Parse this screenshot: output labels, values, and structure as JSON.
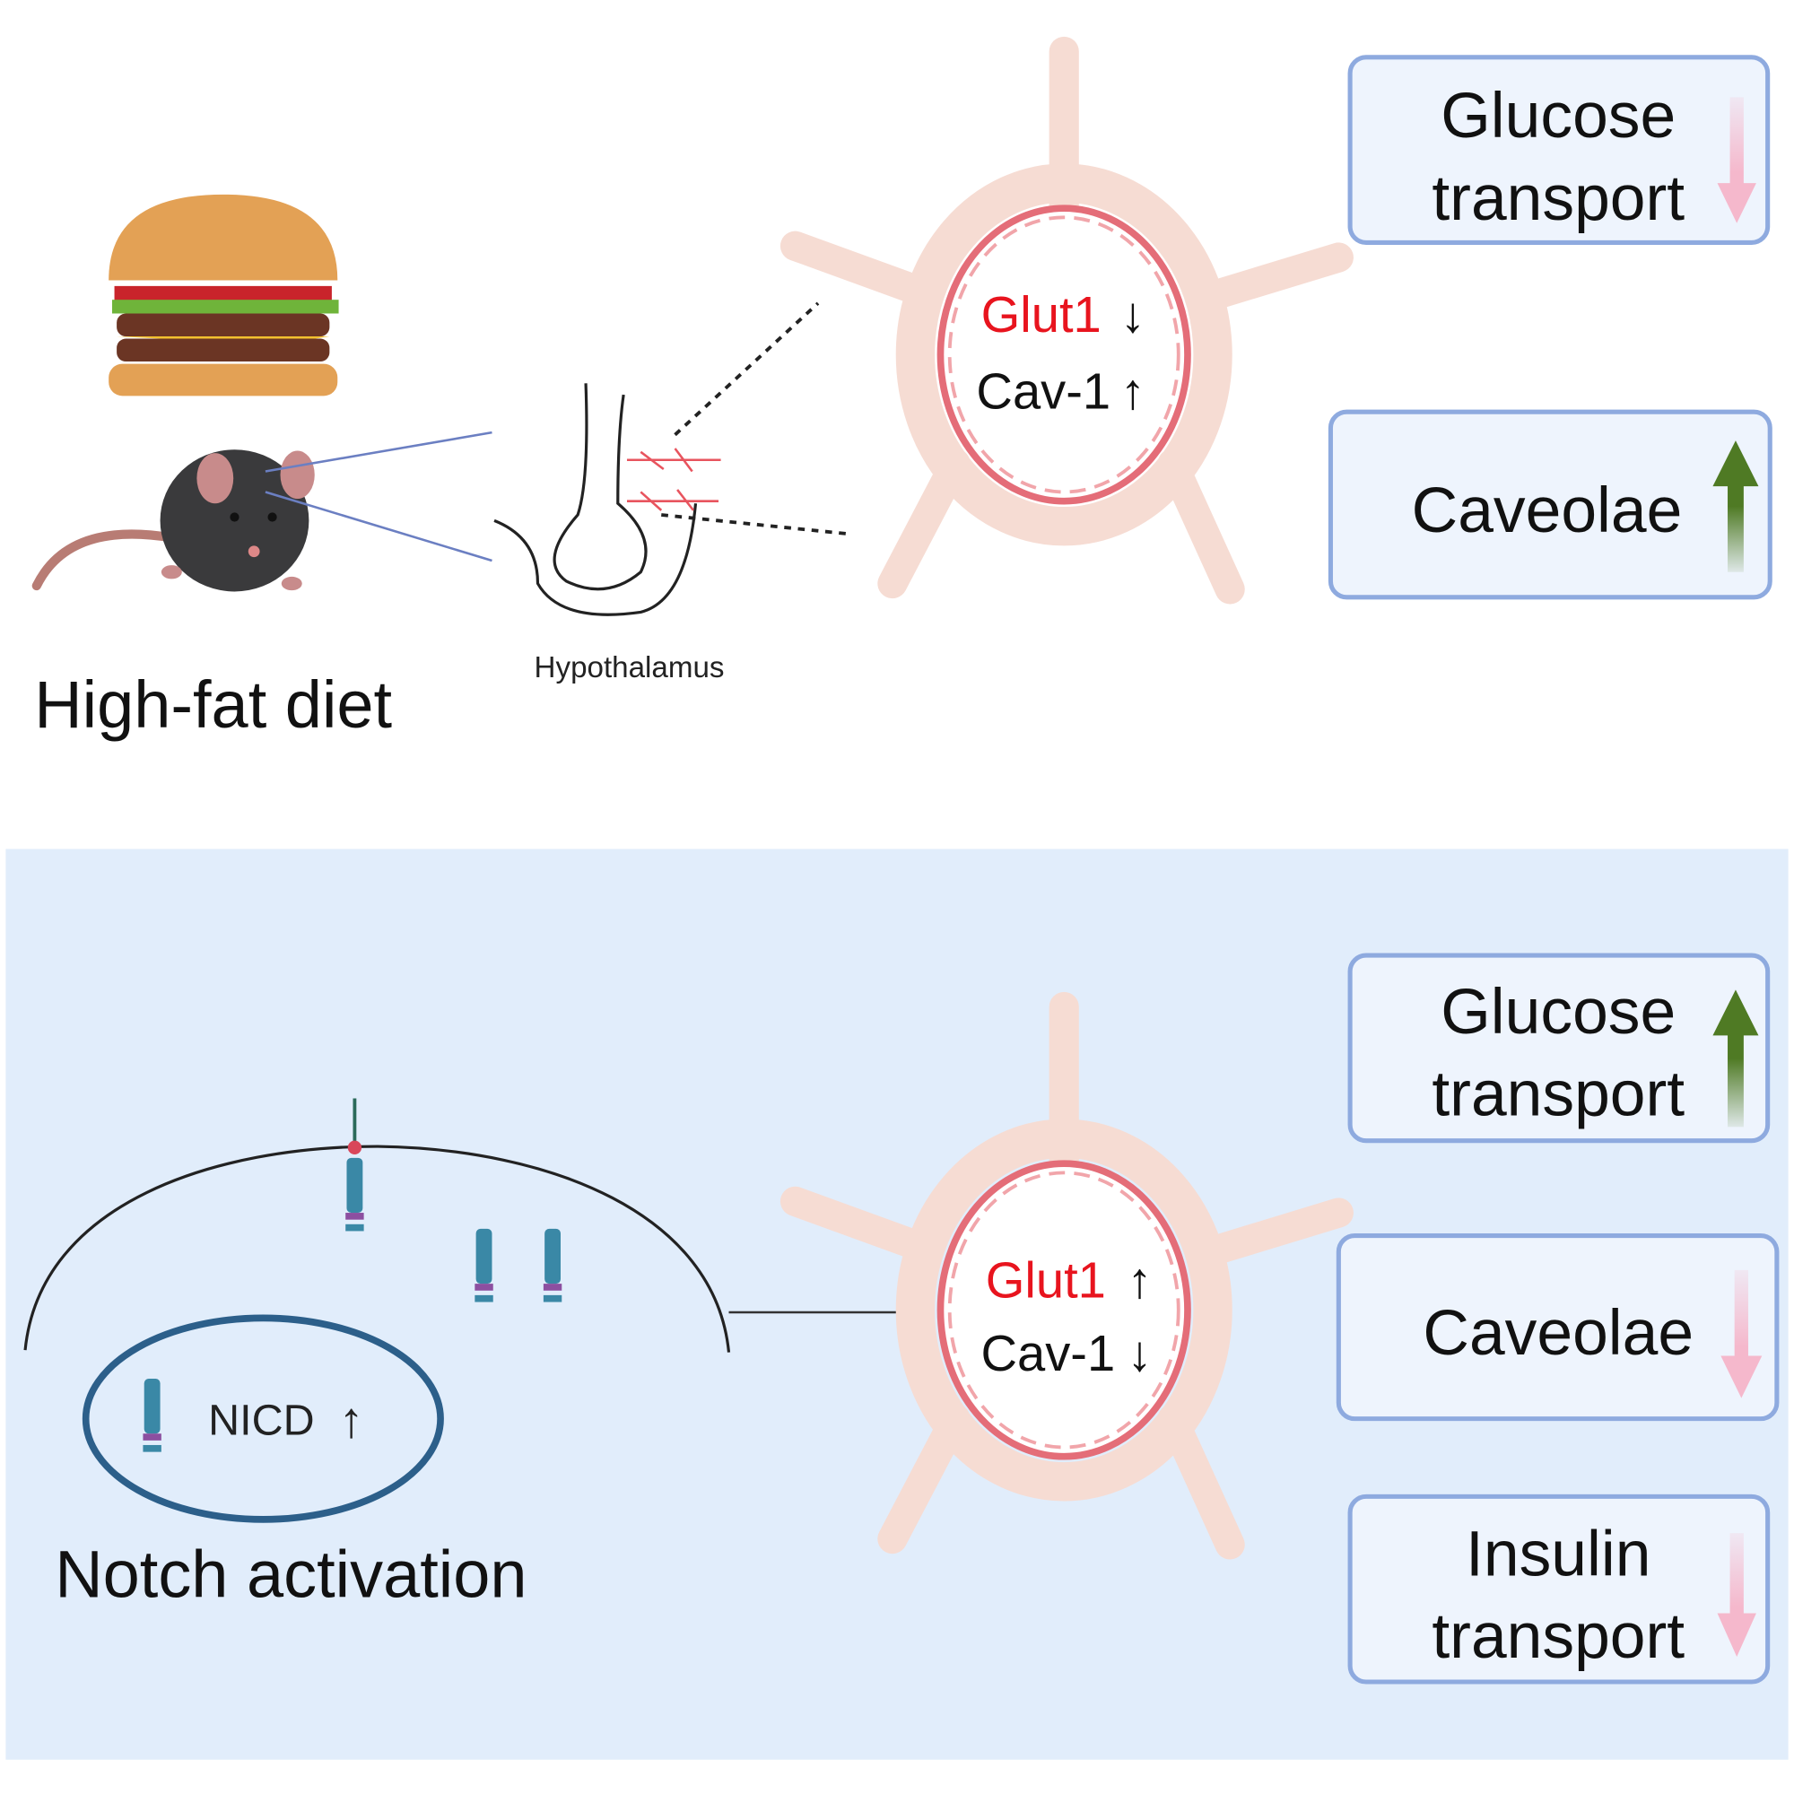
{
  "colors": {
    "panel_bg": "#e1edfb",
    "glut_red": "#e8141e",
    "up_green": "#4f7a24",
    "down_pink": "#f5b8cc",
    "box_stroke": "#8eaadf",
    "nucleus": "#2c5f8a"
  },
  "top": {
    "title": "High-fat diet",
    "region_label": "Hypothalamus",
    "vessel": {
      "glut1": "Glut1",
      "glut1_arrow": "↓",
      "cav1": "Cav-1",
      "cav1_arrow": "↑"
    },
    "boxes": [
      {
        "line1": "Glucose",
        "line2": "transport",
        "direction": "down"
      },
      {
        "line1": "Caveolae",
        "direction": "up"
      }
    ]
  },
  "bottom": {
    "title": "Notch activation",
    "nicd_label": "NICD",
    "nicd_arrow": "↑",
    "vessel": {
      "glut1": "Glut1",
      "glut1_arrow": "↑",
      "cav1": "Cav-1",
      "cav1_arrow": "↓"
    },
    "boxes": [
      {
        "line1": "Glucose",
        "line2": "transport",
        "direction": "up"
      },
      {
        "line1": "Caveolae",
        "direction": "down"
      },
      {
        "line1": "Insulin",
        "line2": "transport",
        "direction": "down"
      }
    ]
  }
}
